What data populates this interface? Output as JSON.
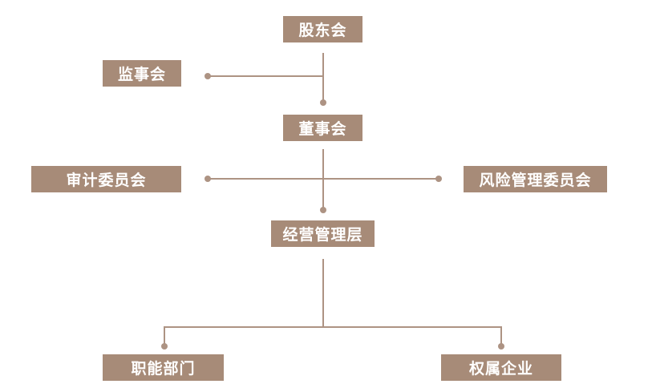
{
  "colors": {
    "box": "#a78b78",
    "line": "#ad9383",
    "text": "#ffffff"
  },
  "nodes": {
    "shareholders": "股东会",
    "supervisory": "监事会",
    "board": "董事会",
    "audit": "审计委员会",
    "risk": "风险管理委员会",
    "management": "经营管理层",
    "functional": "职能部门",
    "subsidiaries": "权属企业"
  }
}
